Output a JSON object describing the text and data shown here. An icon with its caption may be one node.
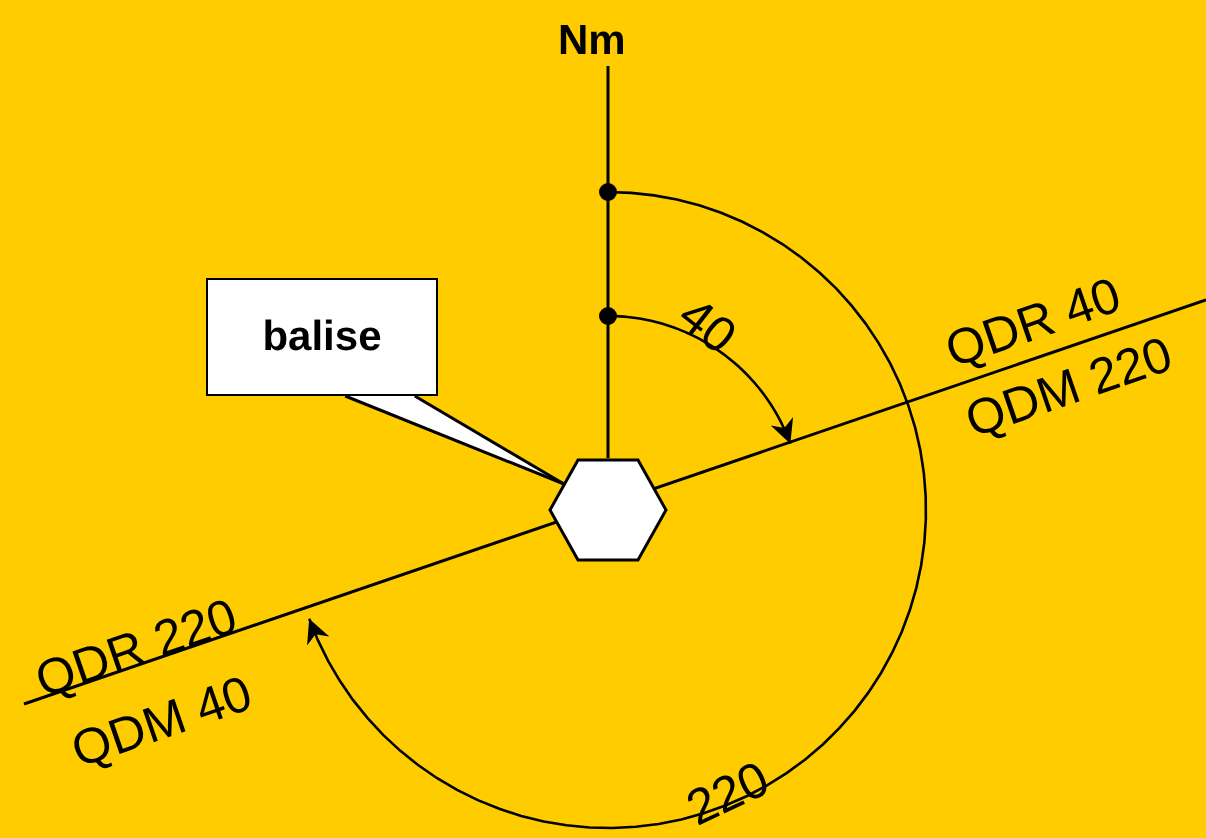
{
  "diagram": {
    "nodes": [
      {
        "text": [
          "balise"
        ]
      },
      {
        "text": [],
        "shape": "hexagon"
      }
    ],
    "edges": [
      {
        "from": 0,
        "to": 1,
        "arrow": "none"
      }
    ],
    "labels": [
      "Nm",
      "40",
      "QDR 40",
      "QDM 220",
      "QDR 220",
      "QDM 40",
      "220"
    ]
  }
}
